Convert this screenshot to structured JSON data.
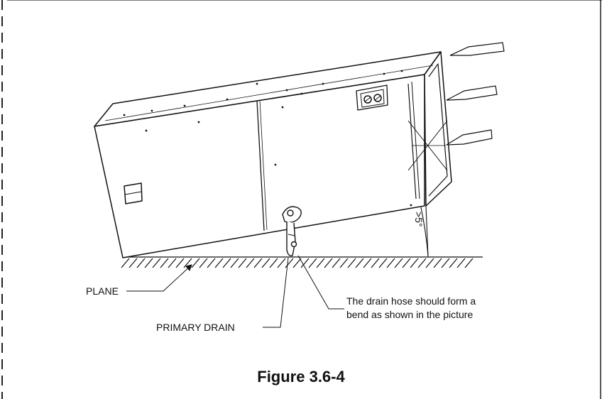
{
  "labels": {
    "plane": "PLANE",
    "primary_drain": "PRIMARY DRAIN",
    "drain_note_line1": "The drain hose should form a",
    "drain_note_line2": "bend as shown in the picture",
    "angle": ">5°"
  },
  "caption": "Figure 3.6-4"
}
